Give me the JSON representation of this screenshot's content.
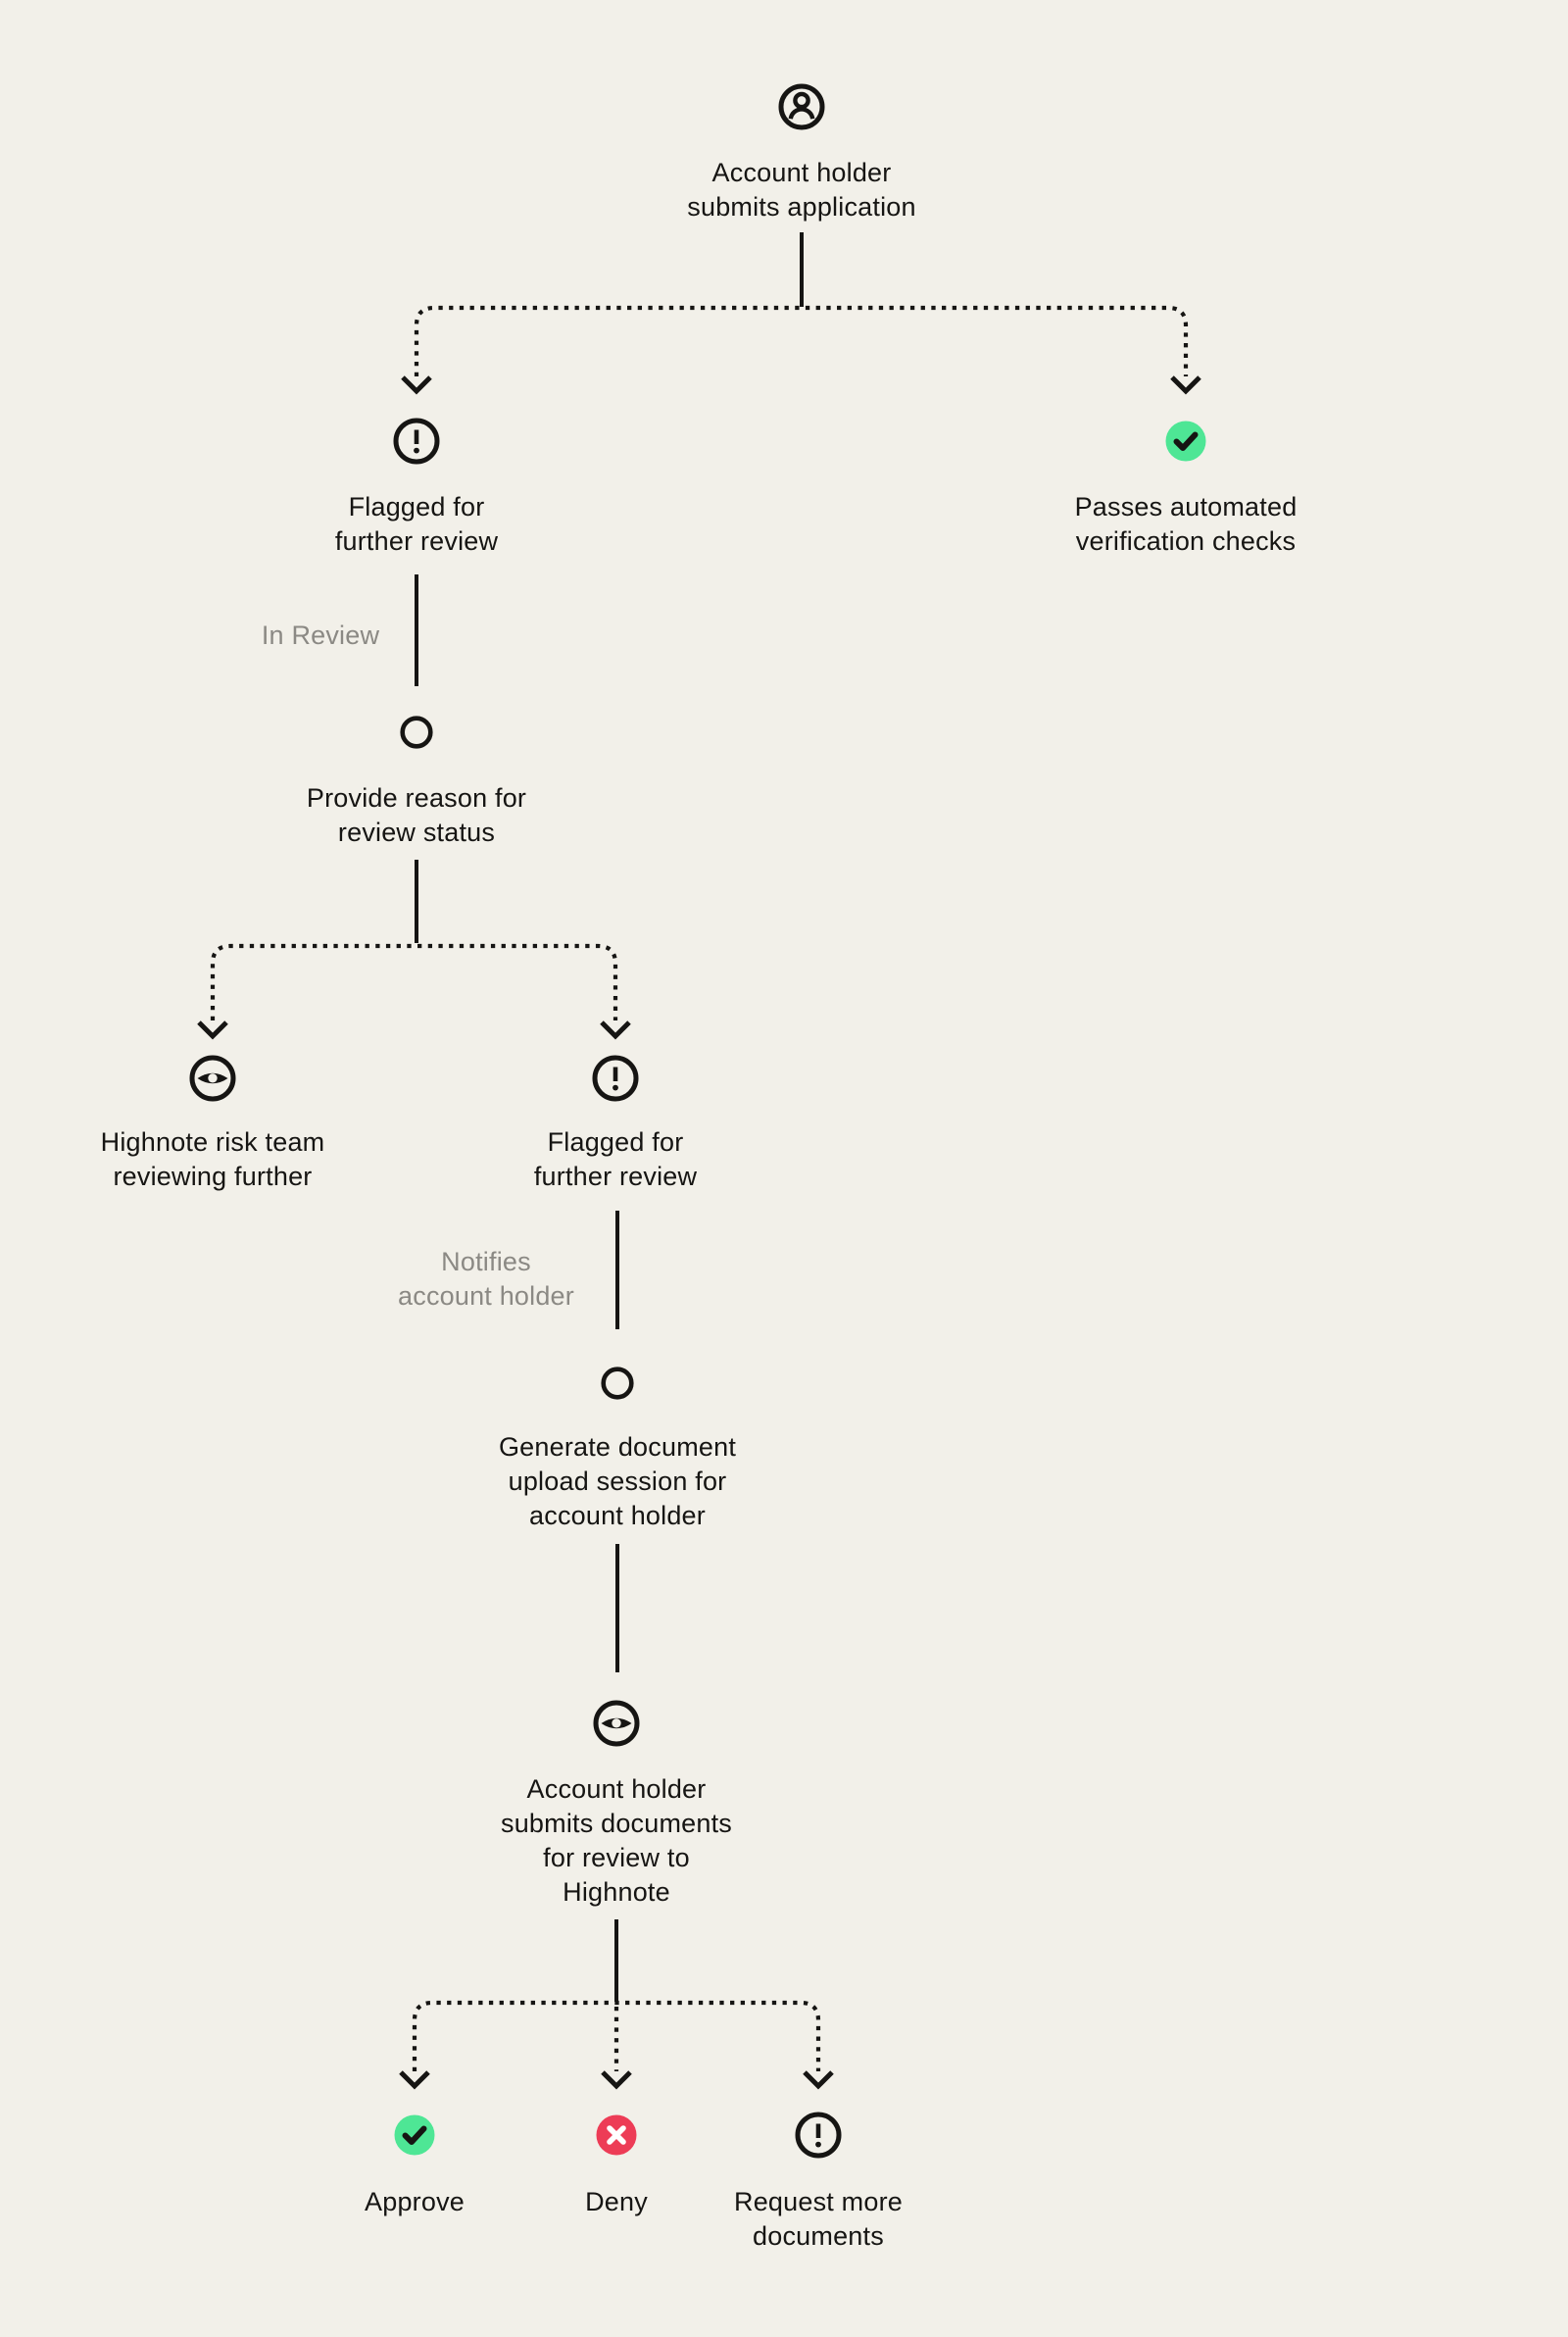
{
  "colors": {
    "bg": "#f2f0e9",
    "ink": "#161513",
    "muted": "#8b8984",
    "green": "#4ee695",
    "red": "#ed3c56"
  },
  "nodes": {
    "start": {
      "icon": "user-icon",
      "label": "Account holder\nsubmits application"
    },
    "flagged_first": {
      "icon": "alert-icon",
      "label": "Flagged for\nfurther review"
    },
    "passes": {
      "icon": "check-icon",
      "label": "Passes automated\nverification checks"
    },
    "provide_reason": {
      "icon": "circle-node",
      "label": "Provide reason for\nreview status"
    },
    "risk_team": {
      "icon": "eye-icon",
      "label": "Highnote risk team\nreviewing further"
    },
    "flagged_second": {
      "icon": "alert-icon",
      "label": "Flagged for\nfurther review"
    },
    "generate_session": {
      "icon": "circle-node",
      "label": "Generate document\nupload session for\naccount holder"
    },
    "submit_docs": {
      "icon": "eye-icon",
      "label": "Account holder\nsubmits documents\nfor review to\nHighnote"
    },
    "approve": {
      "icon": "check-icon",
      "label": "Approve"
    },
    "deny": {
      "icon": "x-icon",
      "label": "Deny"
    },
    "request_more": {
      "icon": "alert-icon",
      "label": "Request more\ndocuments"
    }
  },
  "edge_labels": {
    "in_review": "In Review",
    "notifies": "Notifies\naccount holder"
  }
}
